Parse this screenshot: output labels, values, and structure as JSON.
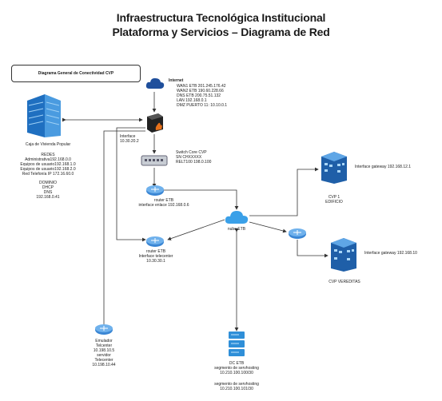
{
  "title_line1": "Infraestructura Tecnológica Institucional",
  "title_line2": "Plataforma y Servicios – Diagrama de Red",
  "legend": "Diagrama General de Conectividad CVP",
  "nodes": {
    "internet": {
      "label": "Internet",
      "details": [
        "WAN1 ETB 201.245.176.42",
        "WAN2 ETB 190.60.228.66",
        "DNS ETB 200.75.51.132",
        "LAN 192.168.0.1",
        "DMZ PUERTO 11: 10.10.0.1"
      ]
    },
    "firewall_iface": "Interface\n10.30.20.2",
    "switch_core": "Switch Core CVP\nSN CHXXXXX\nRELT100 198.0.100",
    "router_etb": "router ETB\ninterface enlace 192.168.0.6",
    "caja": "Caja de Vivienda Popular",
    "redes": "REDES\nAdministrativa192.168.0.0\nEquipos de usuario192.168.1.0\nEquipos de usuario192.168.2.0\nRed Telefonía IP 172.16.60.0",
    "dominio": "DOMINIO\nDHCP\nDNS\n192.168.0.41",
    "nube_etb": "nube ETB",
    "router_telecenter": "router ETB\nInterface telecenter\n10.30.30.1",
    "cvp1": "CVP 1\nEDIFICIO",
    "cvp1_iface": "Interface gateway 192.168.12.1",
    "cvp_veredas": "CVP VEREDITAS",
    "veredas_iface": "Interface gateway 192.168.10",
    "emulador": "Emulador\nTelcenter\n10.198.10.5\nservidor\nTelecenter\n10.198.10.44",
    "dc_etb": "DC ETB\nsegmento de servhosting\n10.210.100.100/30",
    "dc_etb_footer": "segmento de servhosting\n10.210.100.101/30"
  },
  "colors": {
    "accent": "#1f77c8",
    "line": "#333333"
  }
}
